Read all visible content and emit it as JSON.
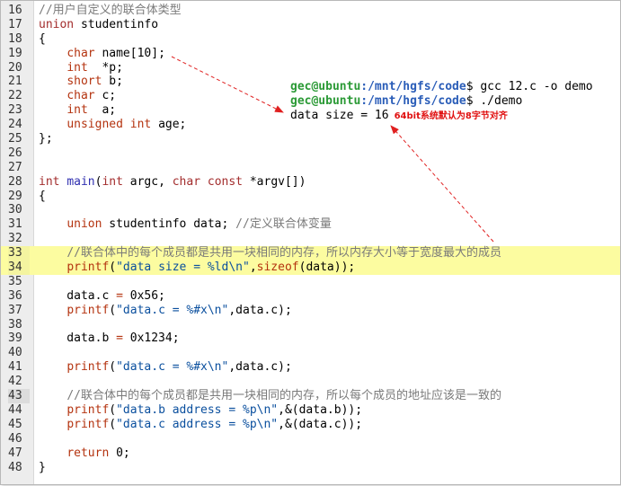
{
  "editor": {
    "lines": [
      {
        "num": "16",
        "tokens": [
          {
            "t": "//用户自定义的联合体类型",
            "c": "c"
          }
        ]
      },
      {
        "num": "17",
        "tokens": [
          {
            "t": "union",
            "c": "k"
          },
          {
            "t": " studentinfo",
            "c": "n"
          }
        ]
      },
      {
        "num": "18",
        "tokens": [
          {
            "t": "{",
            "c": "n"
          }
        ]
      },
      {
        "num": "19",
        "tokens": [
          {
            "t": "    ",
            "c": "n"
          },
          {
            "t": "char",
            "c": "k2"
          },
          {
            "t": " name[10];",
            "c": "n"
          }
        ]
      },
      {
        "num": "20",
        "tokens": [
          {
            "t": "    ",
            "c": "n"
          },
          {
            "t": "int",
            "c": "k2"
          },
          {
            "t": "  *p;",
            "c": "n"
          }
        ]
      },
      {
        "num": "21",
        "tokens": [
          {
            "t": "    ",
            "c": "n"
          },
          {
            "t": "short",
            "c": "k2"
          },
          {
            "t": " b;",
            "c": "n"
          }
        ]
      },
      {
        "num": "22",
        "tokens": [
          {
            "t": "    ",
            "c": "n"
          },
          {
            "t": "char",
            "c": "k2"
          },
          {
            "t": " c;",
            "c": "n"
          }
        ]
      },
      {
        "num": "23",
        "tokens": [
          {
            "t": "    ",
            "c": "n"
          },
          {
            "t": "int",
            "c": "k2"
          },
          {
            "t": "  a;",
            "c": "n"
          }
        ]
      },
      {
        "num": "24",
        "tokens": [
          {
            "t": "    ",
            "c": "n"
          },
          {
            "t": "unsigned",
            "c": "k2"
          },
          {
            "t": " ",
            "c": "n"
          },
          {
            "t": "int",
            "c": "k2"
          },
          {
            "t": " age;",
            "c": "n"
          }
        ]
      },
      {
        "num": "25",
        "tokens": [
          {
            "t": "};",
            "c": "n"
          }
        ]
      },
      {
        "num": "26",
        "tokens": []
      },
      {
        "num": "27",
        "tokens": []
      },
      {
        "num": "28",
        "tokens": [
          {
            "t": "int",
            "c": "k"
          },
          {
            "t": " ",
            "c": "n"
          },
          {
            "t": "main",
            "c": "fn"
          },
          {
            "t": "(",
            "c": "n"
          },
          {
            "t": "int",
            "c": "k"
          },
          {
            "t": " argc, ",
            "c": "n"
          },
          {
            "t": "char",
            "c": "k"
          },
          {
            "t": " ",
            "c": "n"
          },
          {
            "t": "const",
            "c": "k"
          },
          {
            "t": " *argv[])",
            "c": "n"
          }
        ]
      },
      {
        "num": "29",
        "tokens": [
          {
            "t": "{",
            "c": "n"
          }
        ]
      },
      {
        "num": "30",
        "tokens": []
      },
      {
        "num": "31",
        "tokens": [
          {
            "t": "    ",
            "c": "n"
          },
          {
            "t": "union",
            "c": "k2"
          },
          {
            "t": " studentinfo data; ",
            "c": "n"
          },
          {
            "t": "//定义联合体变量",
            "c": "c"
          }
        ]
      },
      {
        "num": "32",
        "tokens": []
      },
      {
        "num": "33",
        "hl": true,
        "tokens": [
          {
            "t": "    ",
            "c": "n"
          },
          {
            "t": "//联合体中的每个成员都是共用一块相同的内存，所以内存大小等于宽度最大的成员",
            "c": "c"
          }
        ]
      },
      {
        "num": "34",
        "hl": true,
        "tokens": [
          {
            "t": "    ",
            "c": "n"
          },
          {
            "t": "printf",
            "c": "k2"
          },
          {
            "t": "(",
            "c": "n"
          },
          {
            "t": "\"data size = %ld\\n\"",
            "c": "s"
          },
          {
            "t": ",",
            "c": "n"
          },
          {
            "t": "sizeof",
            "c": "k2"
          },
          {
            "t": "(data));",
            "c": "n"
          }
        ]
      },
      {
        "num": "35",
        "tokens": []
      },
      {
        "num": "36",
        "tokens": [
          {
            "t": "    data.c ",
            "c": "n"
          },
          {
            "t": "=",
            "c": "k2"
          },
          {
            "t": " 0x56;",
            "c": "n"
          }
        ]
      },
      {
        "num": "37",
        "tokens": [
          {
            "t": "    ",
            "c": "n"
          },
          {
            "t": "printf",
            "c": "k2"
          },
          {
            "t": "(",
            "c": "n"
          },
          {
            "t": "\"data.c = %#x\\n\"",
            "c": "s"
          },
          {
            "t": ",data.c);",
            "c": "n"
          }
        ]
      },
      {
        "num": "38",
        "tokens": []
      },
      {
        "num": "39",
        "tokens": [
          {
            "t": "    data.b ",
            "c": "n"
          },
          {
            "t": "=",
            "c": "k2"
          },
          {
            "t": " 0x1234;",
            "c": "n"
          }
        ]
      },
      {
        "num": "40",
        "tokens": []
      },
      {
        "num": "41",
        "tokens": [
          {
            "t": "    ",
            "c": "n"
          },
          {
            "t": "printf",
            "c": "k2"
          },
          {
            "t": "(",
            "c": "n"
          },
          {
            "t": "\"data.c = %#x\\n\"",
            "c": "s"
          },
          {
            "t": ",data.c);",
            "c": "n"
          }
        ]
      },
      {
        "num": "42",
        "tokens": []
      },
      {
        "num": "43",
        "gut": true,
        "tokens": [
          {
            "t": "    ",
            "c": "n"
          },
          {
            "t": "//联合体中的每个成员都是共用一块相同的内存，所以每个成员的地址应该是一致的",
            "c": "c"
          }
        ]
      },
      {
        "num": "44",
        "tokens": [
          {
            "t": "    ",
            "c": "n"
          },
          {
            "t": "printf",
            "c": "k2"
          },
          {
            "t": "(",
            "c": "n"
          },
          {
            "t": "\"data.b address = %p\\n\"",
            "c": "s"
          },
          {
            "t": ",&(data.b));",
            "c": "n"
          }
        ]
      },
      {
        "num": "45",
        "tokens": [
          {
            "t": "    ",
            "c": "n"
          },
          {
            "t": "printf",
            "c": "k2"
          },
          {
            "t": "(",
            "c": "n"
          },
          {
            "t": "\"data.c address = %p\\n\"",
            "c": "s"
          },
          {
            "t": ",&(data.c));",
            "c": "n"
          }
        ]
      },
      {
        "num": "46",
        "tokens": []
      },
      {
        "num": "47",
        "tokens": [
          {
            "t": "    ",
            "c": "n"
          },
          {
            "t": "return",
            "c": "k2"
          },
          {
            "t": " 0;",
            "c": "n"
          }
        ]
      },
      {
        "num": "48",
        "tokens": [
          {
            "t": "}",
            "c": "n"
          }
        ]
      }
    ]
  },
  "terminal": {
    "prompt_user": "gec@ubuntu",
    "prompt_path": ":/mnt/hgfs/code",
    "line1_cmd": "$ gcc 12.c -o demo",
    "line2_cmd": "$ ./demo",
    "output": "data size = 16",
    "note": "64bit系统默认为8字节对齐"
  },
  "colors": {
    "highlight": "#fcfca0",
    "arrow": "#e02020",
    "prompt_user": "#2b9a36",
    "prompt_path": "#2a5db8"
  }
}
